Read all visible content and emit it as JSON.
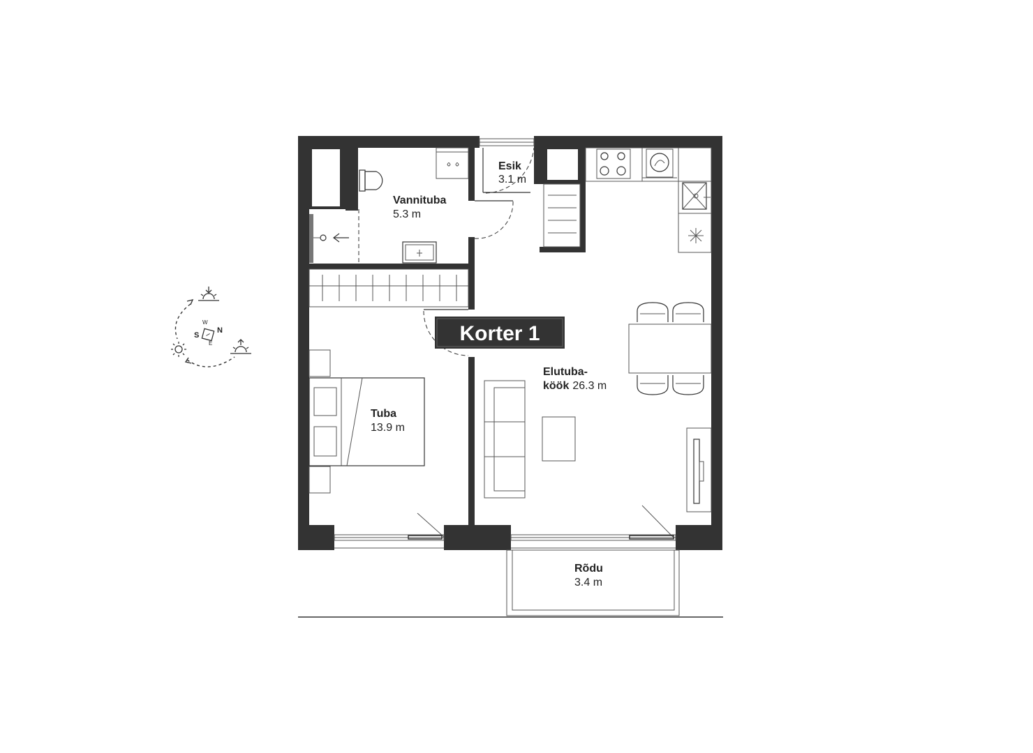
{
  "apartment_label": "Korter 1",
  "colors": {
    "wall": "#333333",
    "line": "#333333",
    "label_bg": "#333333",
    "label_text": "#ffffff"
  },
  "rooms": {
    "vannituba": {
      "name": "Vannituba",
      "area": "5.3 m"
    },
    "esik": {
      "name": "Esik",
      "area": "3.1 m"
    },
    "elutuba": {
      "name": "Elutuba-",
      "name2": "köök",
      "area": "26.3 m"
    },
    "tuba": {
      "name": "Tuba",
      "area": "13.9 m"
    },
    "rodu": {
      "name": "Rõdu",
      "area": "3.4 m"
    }
  },
  "compass": {
    "n": "N",
    "s": "S",
    "w": "W",
    "e": "E"
  },
  "icons": [
    "sunrise-icon",
    "sun-icon",
    "sunset-icon",
    "compass-icon"
  ]
}
